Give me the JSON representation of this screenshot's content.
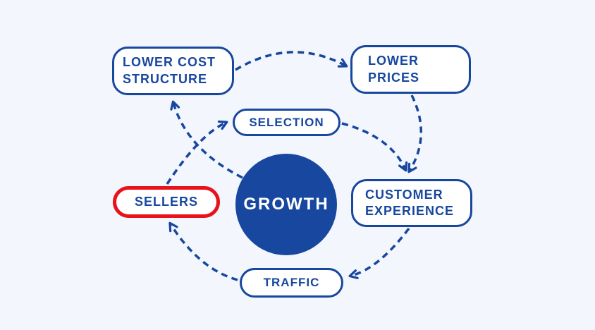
{
  "diagram": {
    "title": "growth flywheel",
    "background": "#f3f6fc",
    "colors": {
      "primary_blue": "#17479e",
      "highlight_red": "#e8121a",
      "node_fill": "#ffffff",
      "center_text": "#ffffff"
    },
    "center": {
      "id": "growth",
      "label": "GROWTH"
    },
    "nodes": [
      {
        "id": "lower-cost-structure",
        "label": "LOWER COST STRUCTURE",
        "style": "blue-outline"
      },
      {
        "id": "lower-prices",
        "label": "LOWER PRICES",
        "style": "blue-outline"
      },
      {
        "id": "selection",
        "label": "SELECTION",
        "style": "blue-outline"
      },
      {
        "id": "sellers",
        "label": "SELLERS",
        "style": "red-outline-highlighted"
      },
      {
        "id": "customer-experience",
        "label": "CUSTOMER EXPERIENCE",
        "style": "blue-outline"
      },
      {
        "id": "traffic",
        "label": "TRAFFIC",
        "style": "blue-outline"
      }
    ],
    "arrows": [
      {
        "from": "growth",
        "to": "lower-cost-structure",
        "style": "dashed"
      },
      {
        "from": "lower-cost-structure",
        "to": "lower-prices",
        "style": "dashed"
      },
      {
        "from": "lower-prices",
        "to": "customer-experience",
        "style": "dashed"
      },
      {
        "from": "selection",
        "to": "customer-experience",
        "style": "dashed"
      },
      {
        "from": "sellers",
        "to": "selection",
        "style": "dashed"
      },
      {
        "from": "customer-experience",
        "to": "traffic",
        "style": "dashed"
      },
      {
        "from": "traffic",
        "to": "sellers",
        "style": "dashed"
      }
    ]
  }
}
